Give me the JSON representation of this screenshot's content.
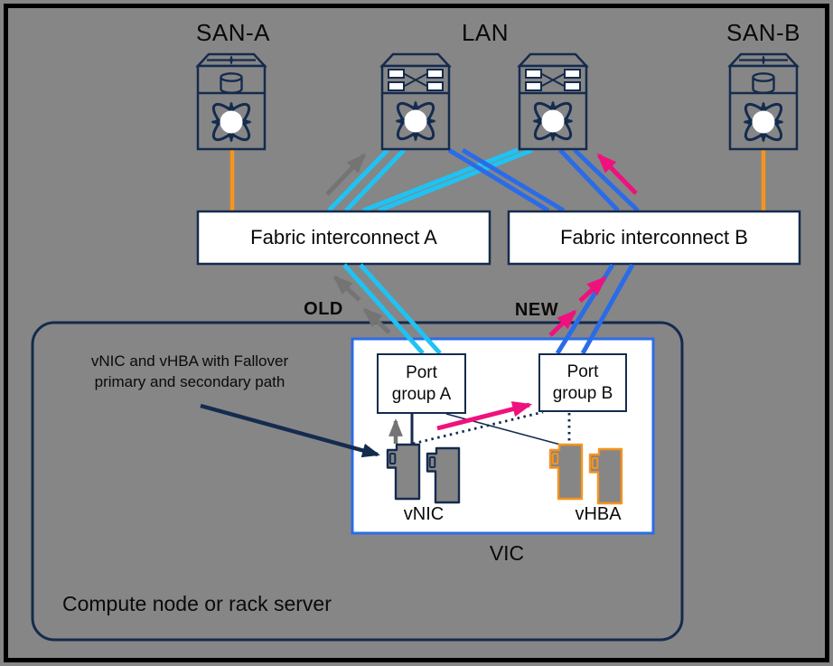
{
  "diagram": {
    "labels": {
      "san_a": "SAN-A",
      "lan": "LAN",
      "san_b": "SAN-B",
      "fabric_a": "Fabric interconnect A",
      "fabric_b": "Fabric interconnect B",
      "old": "OLD",
      "new": "NEW",
      "port_group_a_line1": "Port",
      "port_group_a_line2": "group A",
      "port_group_b_line1": "Port",
      "port_group_b_line2": "group B",
      "vnic": "vNIC",
      "vhba": "vHBA",
      "vic": "VIC",
      "compute": "Compute node or rack server",
      "annotation_line1": "vNIC and vHBA with Fallover",
      "annotation_line2": "primary and secondary path"
    },
    "icons": {
      "san_a": "san-director-switch-icon",
      "lan_switch_left": "lan-switch-icon",
      "lan_switch_right": "lan-switch-icon",
      "san_b": "san-director-switch-icon",
      "vnic_cards": "nic-card-icon",
      "vhba_cards": "hba-card-icon",
      "old_path_arrows": "gray-up-arrow-icon",
      "new_path_arrows": "pink-up-arrow-icon",
      "annotation_pointer": "navy-arrow-icon"
    },
    "colors": {
      "background": "#868686",
      "navy": "#152b4e",
      "cyan": "#1fc3f3",
      "blue": "#2a6ce8",
      "orange": "#f7941e",
      "pink": "#ef117e",
      "gray_arrow": "#747474",
      "vic_border": "#2a6ce8",
      "box_fill": "#ffffff",
      "text": "#0a0a0a",
      "border_black": "#000000"
    }
  }
}
